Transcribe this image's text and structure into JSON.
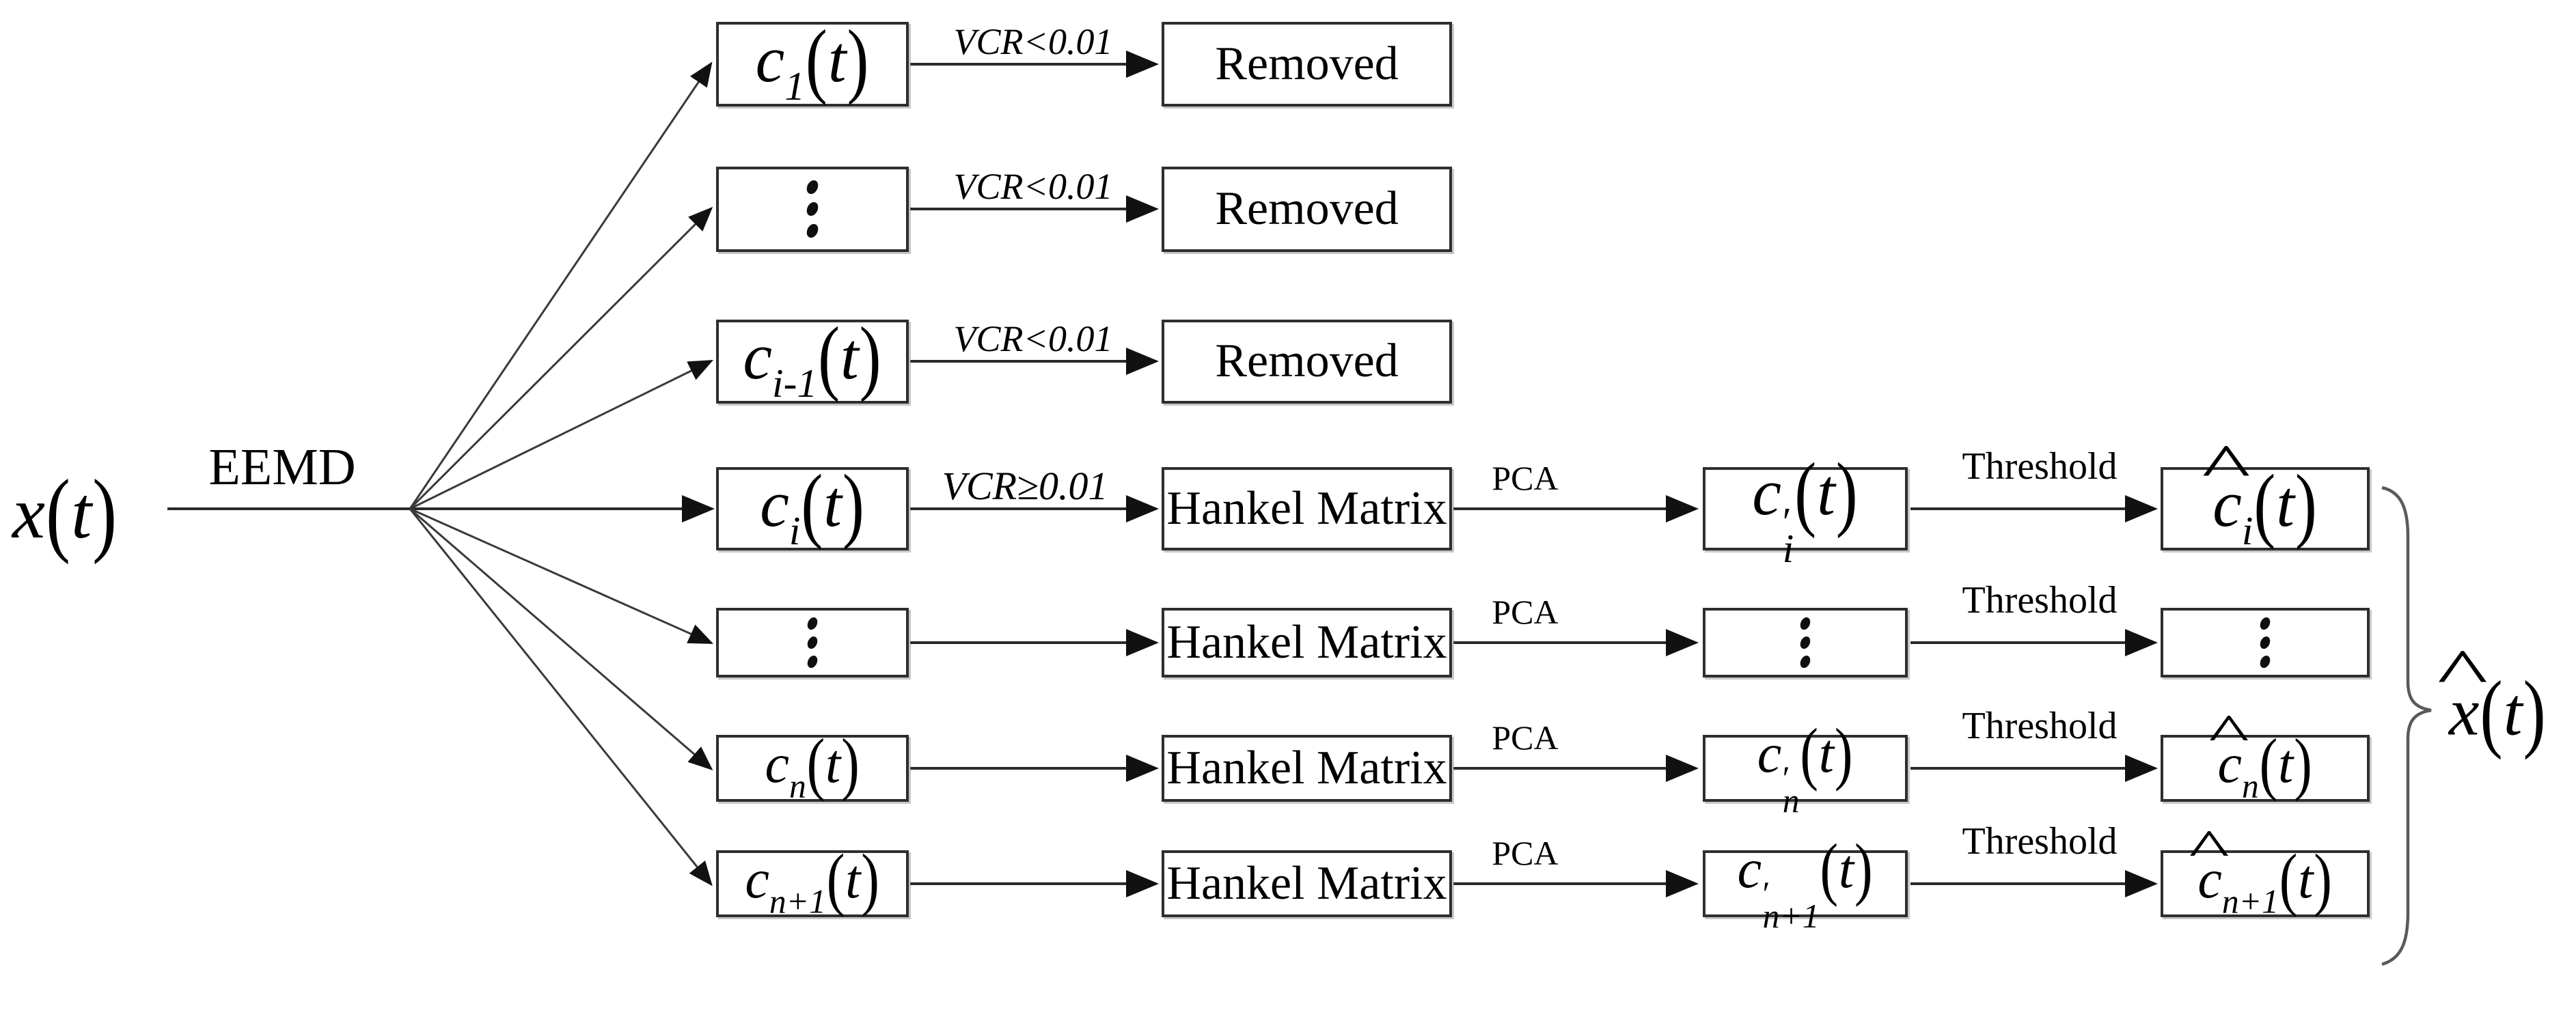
{
  "diagram": {
    "title": "EEMD decomposition with VCR screening, Hankel-matrix PCA and threshold denoising flowchart",
    "decomposition_label": "EEMD",
    "input_signal": {
      "base": "x",
      "arg": "t"
    },
    "output_signal": {
      "base": "x",
      "hat": "^",
      "arg": "t"
    },
    "rows": [
      {
        "name": "imf-1",
        "source": {
          "base": "c",
          "sub": "1",
          "arg": "t"
        },
        "branch_label": "VCR<0.01",
        "stage2": "Removed"
      },
      {
        "name": "imf-ellipsis-upper",
        "source": {
          "dots": "⋮"
        },
        "branch_label": "VCR<0.01",
        "stage2": "Removed"
      },
      {
        "name": "imf-i-1",
        "source": {
          "base": "c",
          "sub": "i-1",
          "arg": "t"
        },
        "branch_label": "VCR<0.01",
        "stage2": "Removed"
      },
      {
        "name": "imf-i",
        "source": {
          "base": "c",
          "sub": "i",
          "arg": "t"
        },
        "branch_label": "VCR≥0.01",
        "stage2": "Hankel Matrix",
        "pca_label": "PCA",
        "stage3": {
          "base": "c",
          "sub": "i",
          "prime": "′",
          "arg": "t"
        },
        "threshold_label": "Threshold",
        "stage4": {
          "base": "c",
          "sub": "i",
          "hat": "^",
          "arg": "t"
        }
      },
      {
        "name": "imf-ellipsis-lower",
        "source": {
          "dots": "⋮"
        },
        "stage2": "Hankel Matrix",
        "pca_label": "PCA",
        "stage3": {
          "dots": "⋮"
        },
        "threshold_label": "Threshold",
        "stage4": {
          "dots": "⋮"
        }
      },
      {
        "name": "imf-n",
        "source": {
          "base": "c",
          "sub": "n",
          "arg": "t"
        },
        "stage2": "Hankel Matrix",
        "pca_label": "PCA",
        "stage3": {
          "base": "c",
          "sub": "n",
          "prime": "′",
          "arg": "t"
        },
        "threshold_label": "Threshold",
        "stage4": {
          "base": "c",
          "sub": "n",
          "hat": "^",
          "arg": "t"
        }
      },
      {
        "name": "imf-n+1",
        "source": {
          "base": "c",
          "sub": "n+1",
          "arg": "t"
        },
        "branch_label": "",
        "stage2": "Hankel Matrix",
        "pca_label": "PCA",
        "stage3": {
          "base": "c",
          "sub": "n+1",
          "prime": "′",
          "arg": "t"
        },
        "threshold_label": "Threshold",
        "stage4": {
          "base": "c",
          "sub": "n+1",
          "hat": "^",
          "arg": "t"
        }
      }
    ],
    "colors": {
      "line": "#2a2a2a",
      "fan_line": "#3a3a3a",
      "arrowhead": "#111111",
      "box_border": "#2e2e2e",
      "brace": "#5a5a5a",
      "text": "#000000",
      "background": "#ffffff"
    }
  }
}
